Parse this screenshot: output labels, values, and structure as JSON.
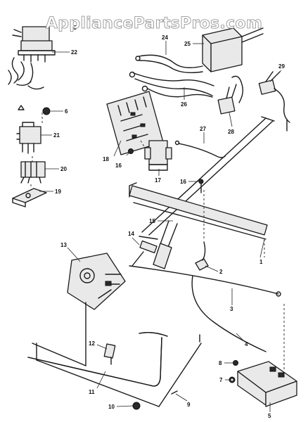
{
  "watermark": "AppliancePartsPros.com",
  "callouts": [
    {
      "id": "c23",
      "text": "23"
    },
    {
      "id": "c22",
      "text": "22"
    },
    {
      "id": "c6",
      "text": "6"
    },
    {
      "id": "c21",
      "text": "21"
    },
    {
      "id": "c20",
      "text": "20"
    },
    {
      "id": "c19",
      "text": "19"
    },
    {
      "id": "c18",
      "text": "18"
    },
    {
      "id": "c16a",
      "text": "16"
    },
    {
      "id": "c17",
      "text": "17"
    },
    {
      "id": "c24",
      "text": "24"
    },
    {
      "id": "c25",
      "text": "25"
    },
    {
      "id": "c26",
      "text": "26"
    },
    {
      "id": "c27",
      "text": "27"
    },
    {
      "id": "c28",
      "text": "28"
    },
    {
      "id": "c29",
      "text": "29"
    },
    {
      "id": "c16b",
      "text": "16"
    },
    {
      "id": "c15",
      "text": "15"
    },
    {
      "id": "c1",
      "text": "1"
    },
    {
      "id": "c14",
      "text": "14"
    },
    {
      "id": "c13",
      "text": "13"
    },
    {
      "id": "c2",
      "text": "2"
    },
    {
      "id": "c3",
      "text": "3"
    },
    {
      "id": "c4",
      "text": "4"
    },
    {
      "id": "c12",
      "text": "12"
    },
    {
      "id": "c8",
      "text": "8"
    },
    {
      "id": "c7",
      "text": "7"
    },
    {
      "id": "c11",
      "text": "11"
    },
    {
      "id": "c9",
      "text": "9"
    },
    {
      "id": "c10",
      "text": "10"
    },
    {
      "id": "c5",
      "text": "5"
    }
  ]
}
